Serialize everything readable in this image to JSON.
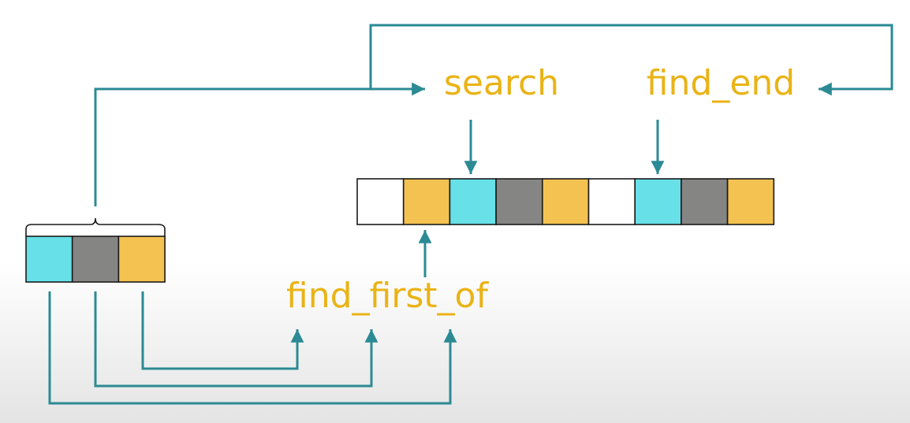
{
  "labels": {
    "search": "search",
    "find_end": "find_end",
    "find_first_of": "find_first_of"
  },
  "colors": {
    "arrow": "#2b8a94",
    "label": "#eab315",
    "cyan": "#67e0e8",
    "gray": "#858583",
    "yellow": "#f4c251",
    "white": "#ffffff",
    "border": "#1a1a1a"
  },
  "pattern": {
    "cells": [
      "cyan",
      "gray",
      "yellow"
    ]
  },
  "sequence": {
    "cells": [
      "white",
      "yellow",
      "cyan",
      "gray",
      "yellow",
      "white",
      "cyan",
      "gray",
      "yellow"
    ]
  }
}
